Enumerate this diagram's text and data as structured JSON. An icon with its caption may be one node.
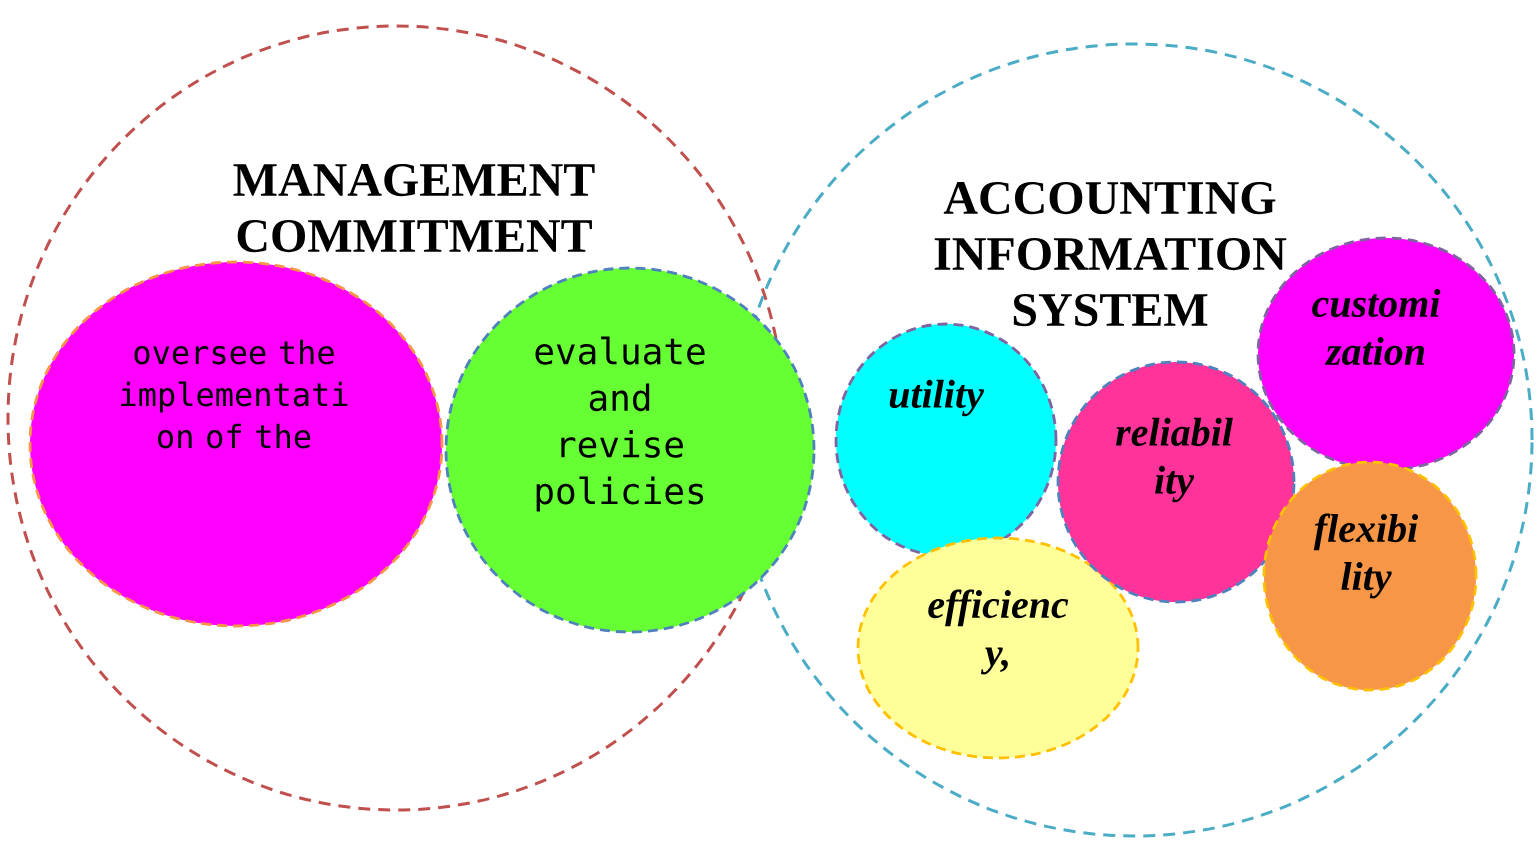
{
  "diagram": {
    "nodes": [
      {
        "text": [
          "MANAGEMENT COMMITMENT"
        ]
      },
      {
        "text": [
          "oversee the implementati on of the"
        ],
        "in": 0
      },
      {
        "text": [
          "evaluate and revise policies"
        ]
      },
      {
        "text": [
          "ACCOUNTING INFORMATION SYSTEM"
        ]
      },
      {
        "text": [
          "utility"
        ],
        "in": 3
      },
      {
        "text": [
          "reliabil ity"
        ],
        "in": 3
      },
      {
        "text": [
          "customi zation"
        ],
        "in": 3
      },
      {
        "text": [
          "flexibi lity"
        ],
        "in": 3
      },
      {
        "text": [
          "efficienc y,"
        ],
        "in": 3
      }
    ]
  }
}
